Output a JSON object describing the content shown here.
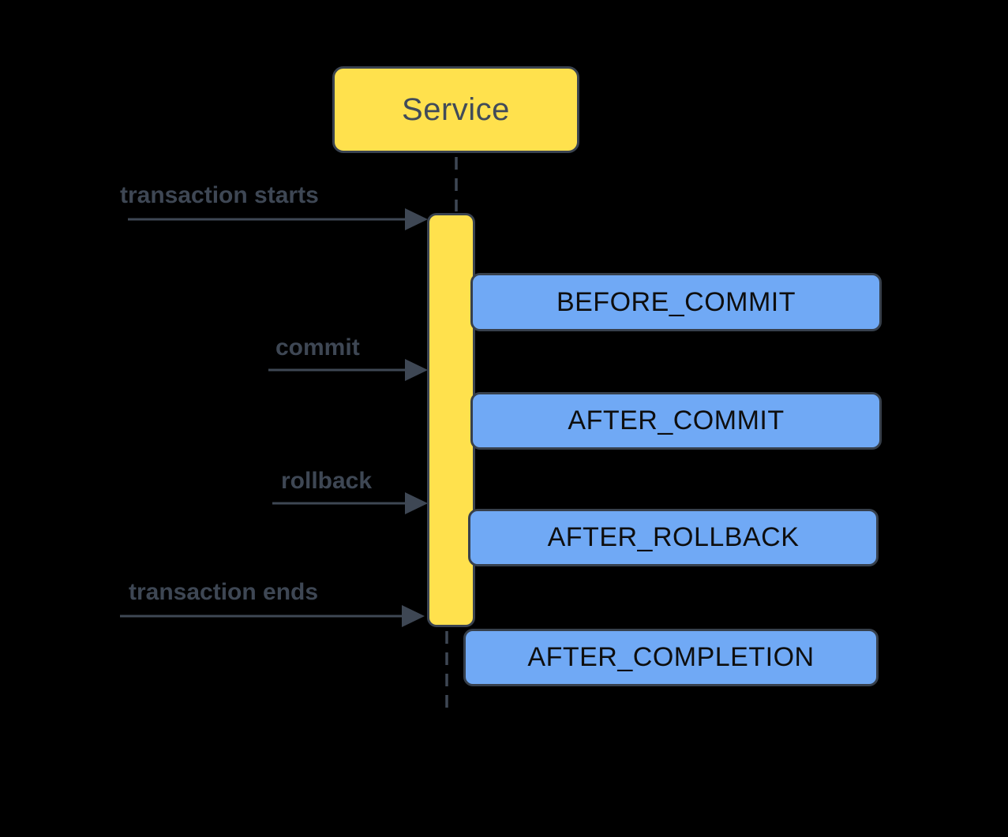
{
  "diagram": {
    "type": "sequence-diagram",
    "actor": {
      "label": "Service"
    },
    "messages": [
      {
        "label": "transaction starts"
      },
      {
        "label": "commit"
      },
      {
        "label": "rollback"
      },
      {
        "label": "transaction ends"
      }
    ],
    "callbacks": [
      {
        "label": "BEFORE_COMMIT"
      },
      {
        "label": "AFTER_COMMIT"
      },
      {
        "label": "AFTER_ROLLBACK"
      },
      {
        "label": "AFTER_COMPLETION"
      }
    ],
    "colors": {
      "background": "#000000",
      "actor_fill": "#FFE14D",
      "activation_fill": "#FFE14D",
      "callback_fill": "#70A9F5",
      "shape_border": "#3A4350",
      "message_text": "#3E4754",
      "actor_text": "#414B59",
      "callback_text": "#0E0E0E",
      "connector": "#3E4754"
    }
  }
}
